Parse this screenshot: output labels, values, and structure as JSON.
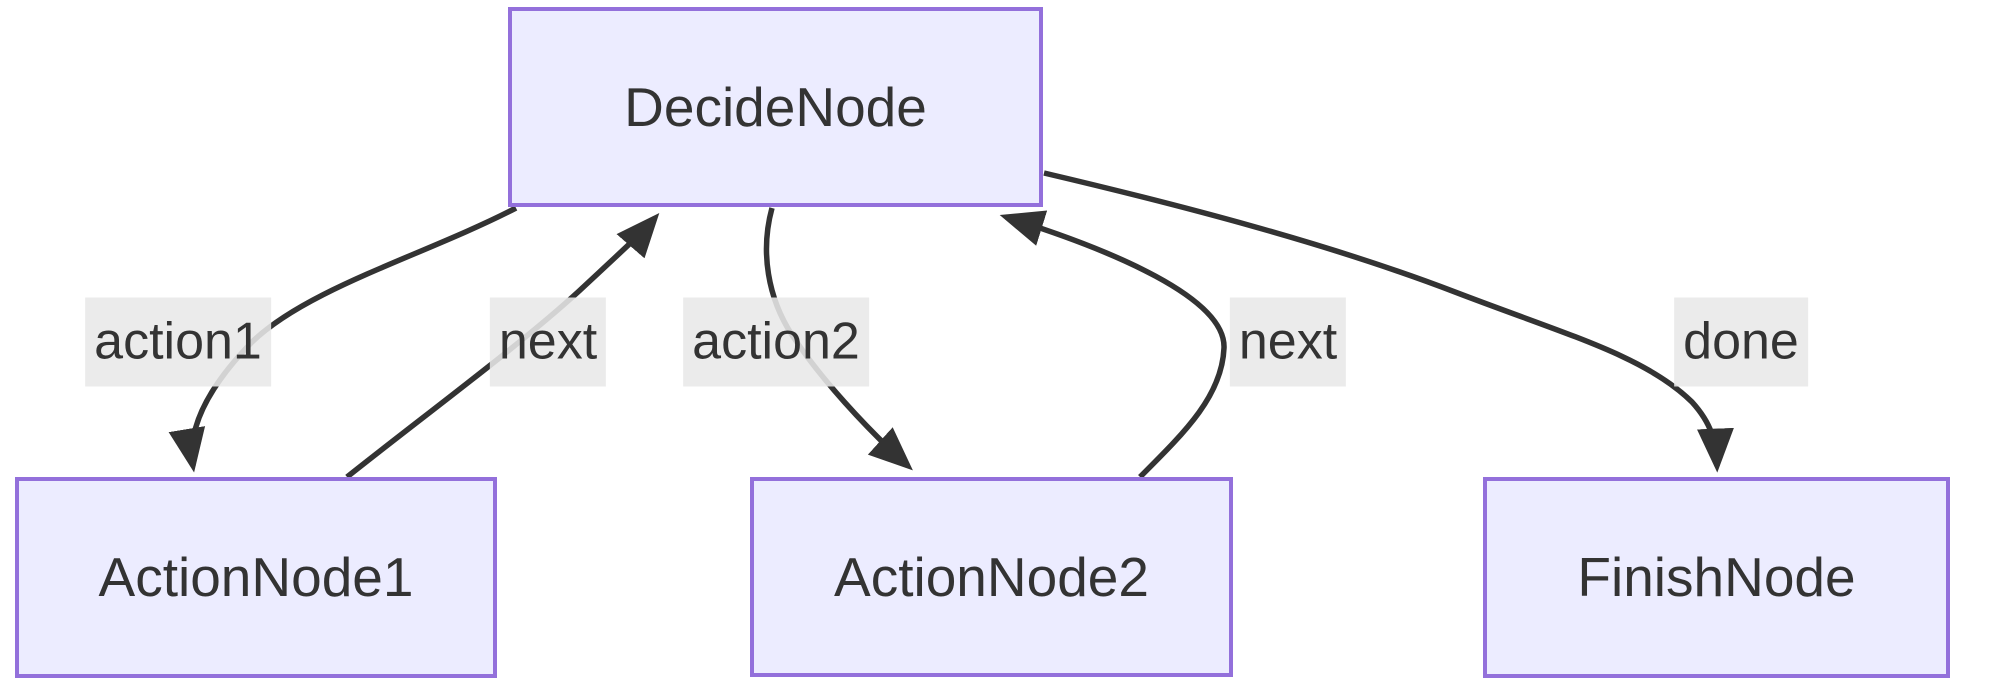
{
  "diagram": {
    "type": "flowchart",
    "direction": "top-down",
    "nodes": [
      {
        "id": "decide",
        "label": "DecideNode"
      },
      {
        "id": "action1",
        "label": "ActionNode1"
      },
      {
        "id": "action2",
        "label": "ActionNode2"
      },
      {
        "id": "finish",
        "label": "FinishNode"
      }
    ],
    "edges": [
      {
        "from": "DecideNode",
        "to": "ActionNode1",
        "label": "action1"
      },
      {
        "from": "ActionNode1",
        "to": "DecideNode",
        "label": "next"
      },
      {
        "from": "DecideNode",
        "to": "ActionNode2",
        "label": "action2"
      },
      {
        "from": "ActionNode2",
        "to": "DecideNode",
        "label": "next"
      },
      {
        "from": "DecideNode",
        "to": "FinishNode",
        "label": "done"
      }
    ],
    "colors": {
      "node_fill": "#ECECFF",
      "node_border": "#9370DB",
      "edge": "#333333",
      "text": "#333333",
      "label_bg": "#e8e8e8"
    }
  }
}
